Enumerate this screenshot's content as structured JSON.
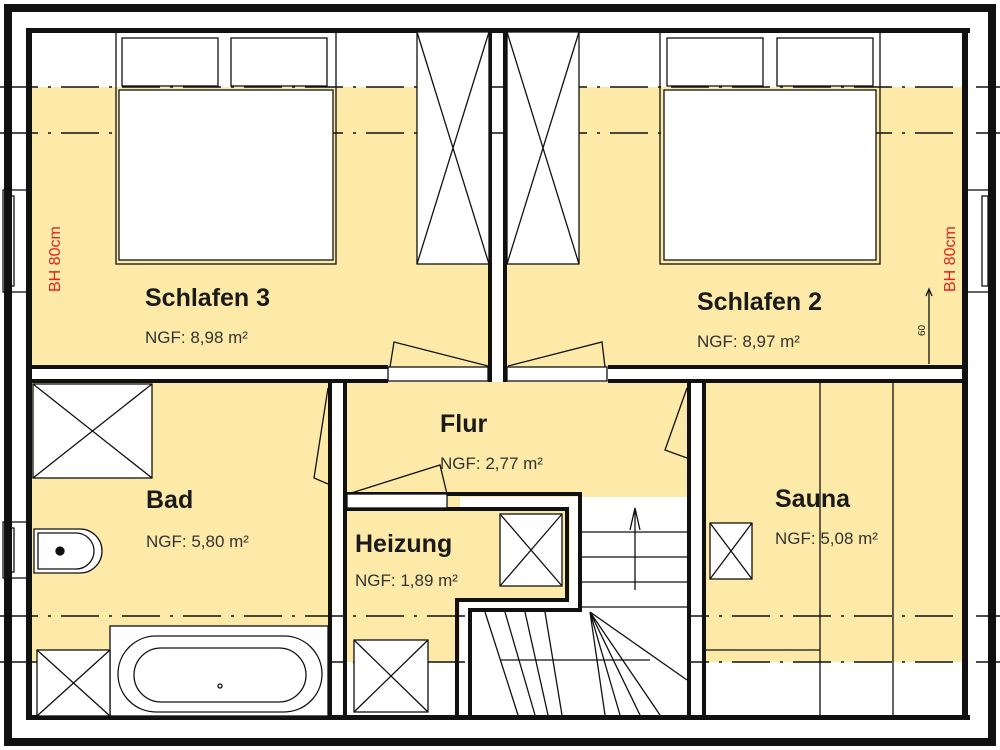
{
  "colors": {
    "floor": "#fdeaa8",
    "wall": "#111111",
    "annotation": "#e0231c"
  },
  "rooms": [
    {
      "name": "Schlafen 3",
      "area": "NGF: 8,98 m²"
    },
    {
      "name": "Schlafen 2",
      "area": "NGF: 8,97 m²"
    },
    {
      "name": "Flur",
      "area": "NGF: 2,77 m²"
    },
    {
      "name": "Bad",
      "area": "NGF: 5,80 m²"
    },
    {
      "name": "Heizung",
      "area": "NGF: 1,89 m²"
    },
    {
      "name": "Sauna",
      "area": "NGF: 5,08 m²"
    }
  ],
  "annotations": {
    "sill_left": "BH 80cm",
    "sill_right": "BH 80cm",
    "dimension": "60"
  }
}
